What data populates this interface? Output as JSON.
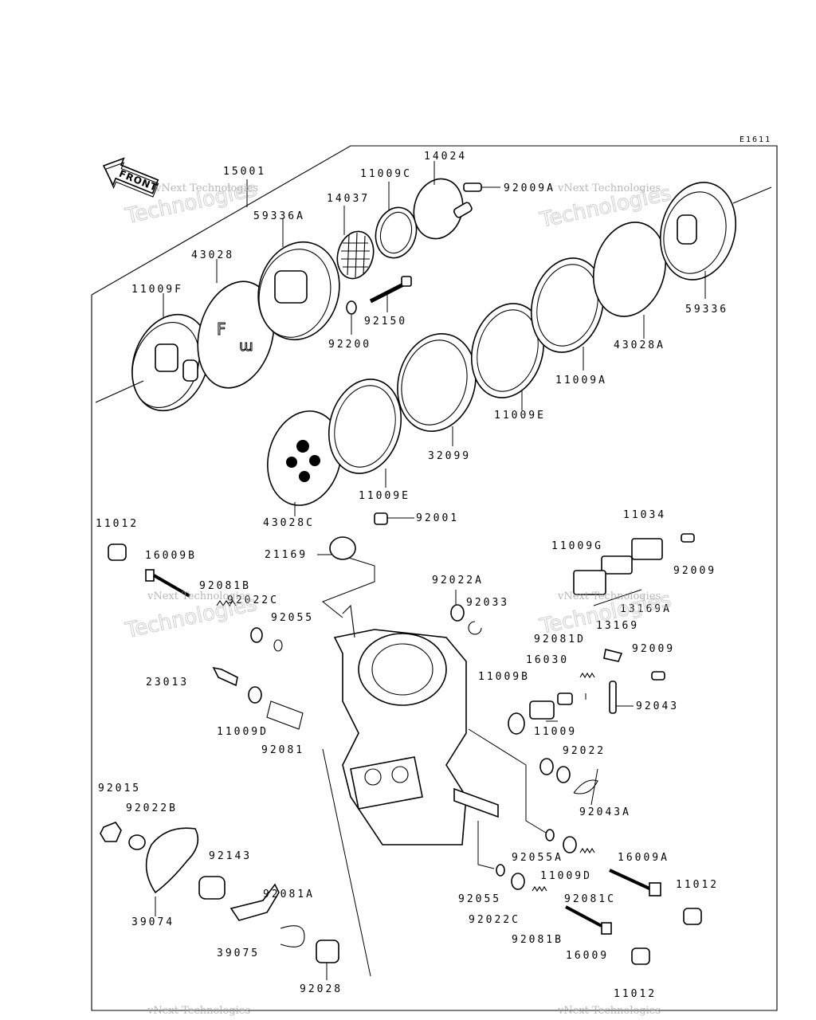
{
  "diagram": {
    "code": "E1611",
    "front_label": "FRONT",
    "watermark_line1": "vNext Technologies",
    "watermark_line2": "Technologies",
    "parts": [
      {
        "id": "p15001",
        "label": "15001"
      },
      {
        "id": "p59336A",
        "label": "59336A"
      },
      {
        "id": "p43028",
        "label": "43028"
      },
      {
        "id": "p11009F",
        "label": "11009F"
      },
      {
        "id": "p14037",
        "label": "14037"
      },
      {
        "id": "p11009C",
        "label": "11009C"
      },
      {
        "id": "p14024",
        "label": "14024"
      },
      {
        "id": "p92009A",
        "label": "92009A"
      },
      {
        "id": "p92150",
        "label": "92150"
      },
      {
        "id": "p92200",
        "label": "92200"
      },
      {
        "id": "p59336",
        "label": "59336"
      },
      {
        "id": "p43028A",
        "label": "43028A"
      },
      {
        "id": "p11009A",
        "label": "11009A"
      },
      {
        "id": "p11009E_1",
        "label": "11009E"
      },
      {
        "id": "p32099",
        "label": "32099"
      },
      {
        "id": "p11009E_2",
        "label": "11009E"
      },
      {
        "id": "p43028C",
        "label": "43028C"
      },
      {
        "id": "p11012_1",
        "label": "11012"
      },
      {
        "id": "p16009B",
        "label": "16009B"
      },
      {
        "id": "p92081B",
        "label": "92081B"
      },
      {
        "id": "p92022C_1",
        "label": "92022C"
      },
      {
        "id": "p92055",
        "label": "92055"
      },
      {
        "id": "p92001",
        "label": "92001"
      },
      {
        "id": "p21169",
        "label": "21169"
      },
      {
        "id": "p92022A",
        "label": "92022A"
      },
      {
        "id": "p92033",
        "label": "92033"
      },
      {
        "id": "p11034",
        "label": "11034"
      },
      {
        "id": "p11009G",
        "label": "11009G"
      },
      {
        "id": "p92009_1",
        "label": "92009"
      },
      {
        "id": "p13169A",
        "label": "13169A"
      },
      {
        "id": "p13169",
        "label": "13169"
      },
      {
        "id": "p92081D",
        "label": "92081D"
      },
      {
        "id": "p92009_2",
        "label": "92009"
      },
      {
        "id": "p16030",
        "label": "16030"
      },
      {
        "id": "p23013",
        "label": "23013"
      },
      {
        "id": "p11009B",
        "label": "11009B"
      },
      {
        "id": "p92043",
        "label": "92043"
      },
      {
        "id": "p11009",
        "label": "11009"
      },
      {
        "id": "p11009D_1",
        "label": "11009D"
      },
      {
        "id": "p92081",
        "label": "92081"
      },
      {
        "id": "p92022",
        "label": "92022"
      },
      {
        "id": "p92043A",
        "label": "92043A"
      },
      {
        "id": "p92015",
        "label": "92015"
      },
      {
        "id": "p92022B",
        "label": "92022B"
      },
      {
        "id": "p92143",
        "label": "92143"
      },
      {
        "id": "p92081A",
        "label": "92081A"
      },
      {
        "id": "p39074",
        "label": "39074"
      },
      {
        "id": "p39075",
        "label": "39075"
      },
      {
        "id": "p92028",
        "label": "92028"
      },
      {
        "id": "p92055A",
        "label": "92055A"
      },
      {
        "id": "p16009A",
        "label": "16009A"
      },
      {
        "id": "p11009D_2",
        "label": "11009D"
      },
      {
        "id": "p92055_2",
        "label": "92055"
      },
      {
        "id": "p92081C",
        "label": "92081C"
      },
      {
        "id": "p11012_2",
        "label": "11012"
      },
      {
        "id": "p92022C_2",
        "label": "92022C"
      },
      {
        "id": "p92081B_2",
        "label": "92081B"
      },
      {
        "id": "p16009",
        "label": "16009"
      },
      {
        "id": "p11012_3",
        "label": "11012"
      }
    ]
  }
}
